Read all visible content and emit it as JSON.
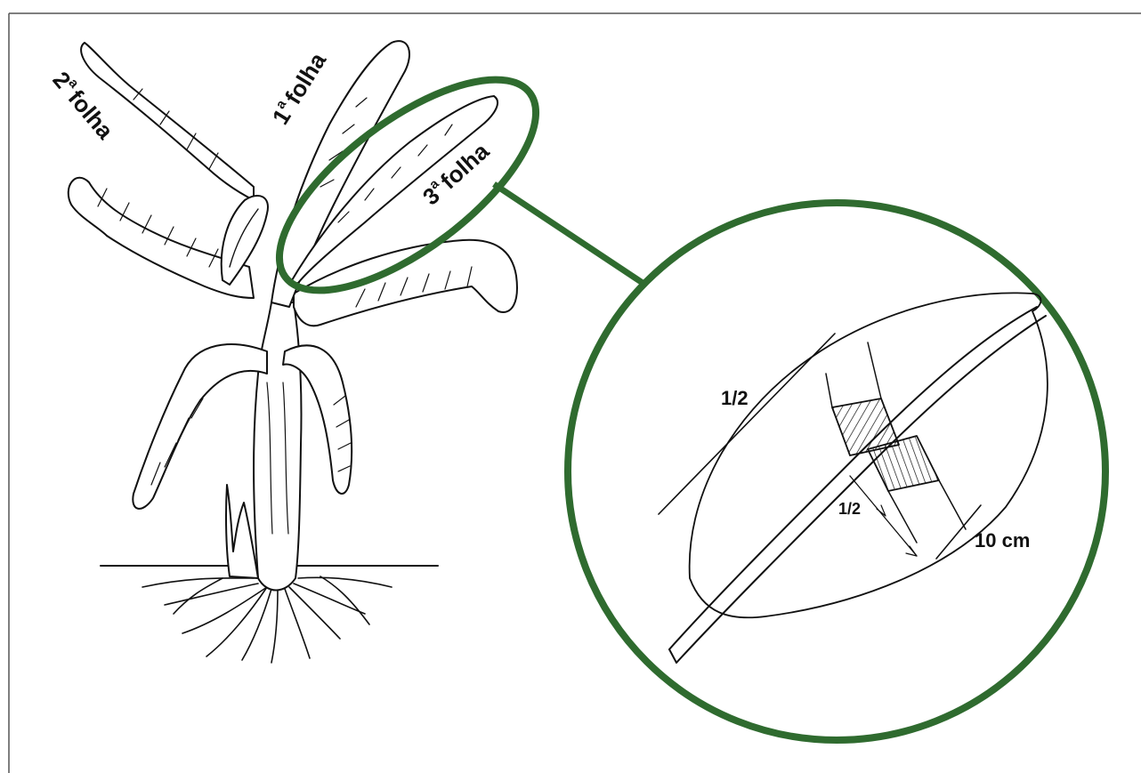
{
  "plant_labels": {
    "leaf_1": {
      "num": "1",
      "sup": "a",
      "word": "folha"
    },
    "leaf_2": {
      "num": "2",
      "sup": "a",
      "word": "folha"
    },
    "leaf_3": {
      "num": "3",
      "sup": "a",
      "word": "folha"
    }
  },
  "detail_labels": {
    "half_leaf": "1/2",
    "half_width": "1/2",
    "strip_width": "10 cm"
  },
  "colors": {
    "highlight": "#2f6b2f",
    "ink": "#111111",
    "border": "#555555"
  },
  "icons": {
    "plant": "banana-plant-illustration",
    "detail": "leaf-sampling-detail"
  }
}
